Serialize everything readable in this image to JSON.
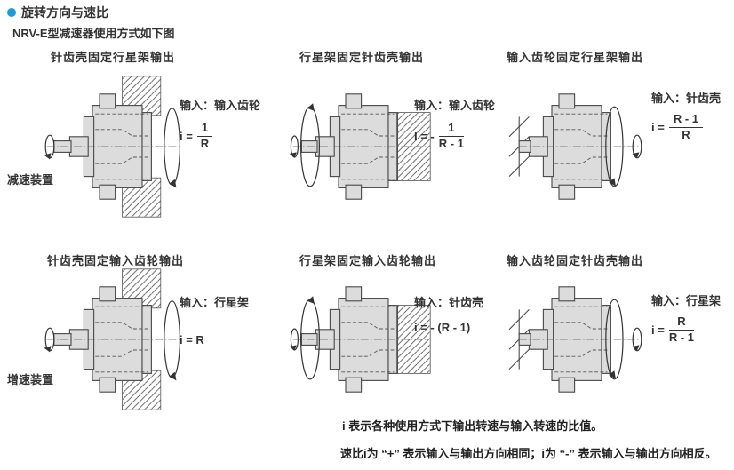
{
  "page": {
    "title": "旋转方向与速比",
    "subtitle": "NRV-E型减速器使用方式如下图"
  },
  "colors": {
    "accent_bullet": "#1d9bd8",
    "diagram_fill": "#dcdcdc",
    "diagram_line": "#4a4a4a"
  },
  "row_labels": {
    "top": "减速装置",
    "bottom": "增速装置"
  },
  "cells": [
    {
      "title": "针齿壳固定行星架输出",
      "input": "输入：输入齿轮",
      "fixed_part": "针齿壳",
      "formula": {
        "prefix": "i =",
        "numerator": "1",
        "denominator": "R"
      }
    },
    {
      "title": "行星架固定针齿壳输出",
      "input": "输入：输入齿轮",
      "fixed_part": "行星架",
      "formula": {
        "prefix": "I = -",
        "numerator": "1",
        "denominator": "R - 1"
      }
    },
    {
      "title": "输入齿轮固定行星架输出",
      "input": "输入：针齿壳",
      "fixed_part": "输入齿轮",
      "formula": {
        "prefix": "i =",
        "numerator": "R - 1",
        "denominator": "R"
      }
    },
    {
      "title": "针齿壳固定输入齿轮输出",
      "input": "输入：行星架",
      "fixed_part": "针齿壳",
      "formula": {
        "text": "i = R"
      }
    },
    {
      "title": "行星架固定输入齿轮输出",
      "input": "输入：针齿壳",
      "fixed_part": "行星架",
      "formula": {
        "text": "i = - (R - 1)"
      }
    },
    {
      "title": "输入齿轮固定针齿壳输出",
      "input": "输入：行星架",
      "fixed_part": "输入齿轮",
      "formula": {
        "prefix": "i =",
        "numerator": "R",
        "denominator": "R - 1"
      }
    }
  ],
  "footnote": {
    "line1": "i 表示各种使用方式下输出转速与输入转速的比值。",
    "line2": "速比i为 “+” 表示输入与输出方向相同；i为 “-” 表示输入与输出方向相反。"
  }
}
